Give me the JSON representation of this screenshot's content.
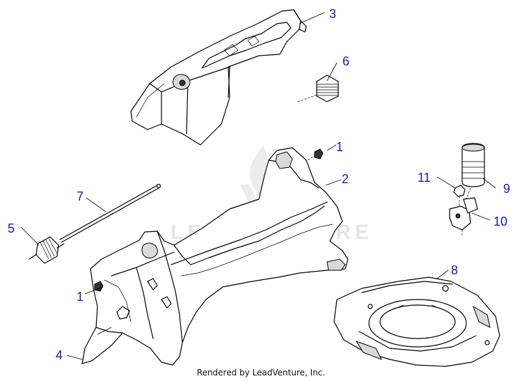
{
  "callouts": [
    {
      "id": "c1a",
      "label": "1"
    },
    {
      "id": "c1b",
      "label": "1"
    },
    {
      "id": "c2",
      "label": "2"
    },
    {
      "id": "c3",
      "label": "3"
    },
    {
      "id": "c4",
      "label": "4"
    },
    {
      "id": "c5",
      "label": "5"
    },
    {
      "id": "c6",
      "label": "6"
    },
    {
      "id": "c7",
      "label": "7"
    },
    {
      "id": "c8",
      "label": "8"
    },
    {
      "id": "c9",
      "label": "9"
    },
    {
      "id": "c10",
      "label": "10"
    },
    {
      "id": "c11",
      "label": "11"
    }
  ],
  "watermark": "LEADVENTURE",
  "footer": "Rendered by LeadVenture, Inc.",
  "colors": {
    "callout": "#1a1ab8",
    "line": "#000000",
    "watermark": "#e6e6e6"
  }
}
